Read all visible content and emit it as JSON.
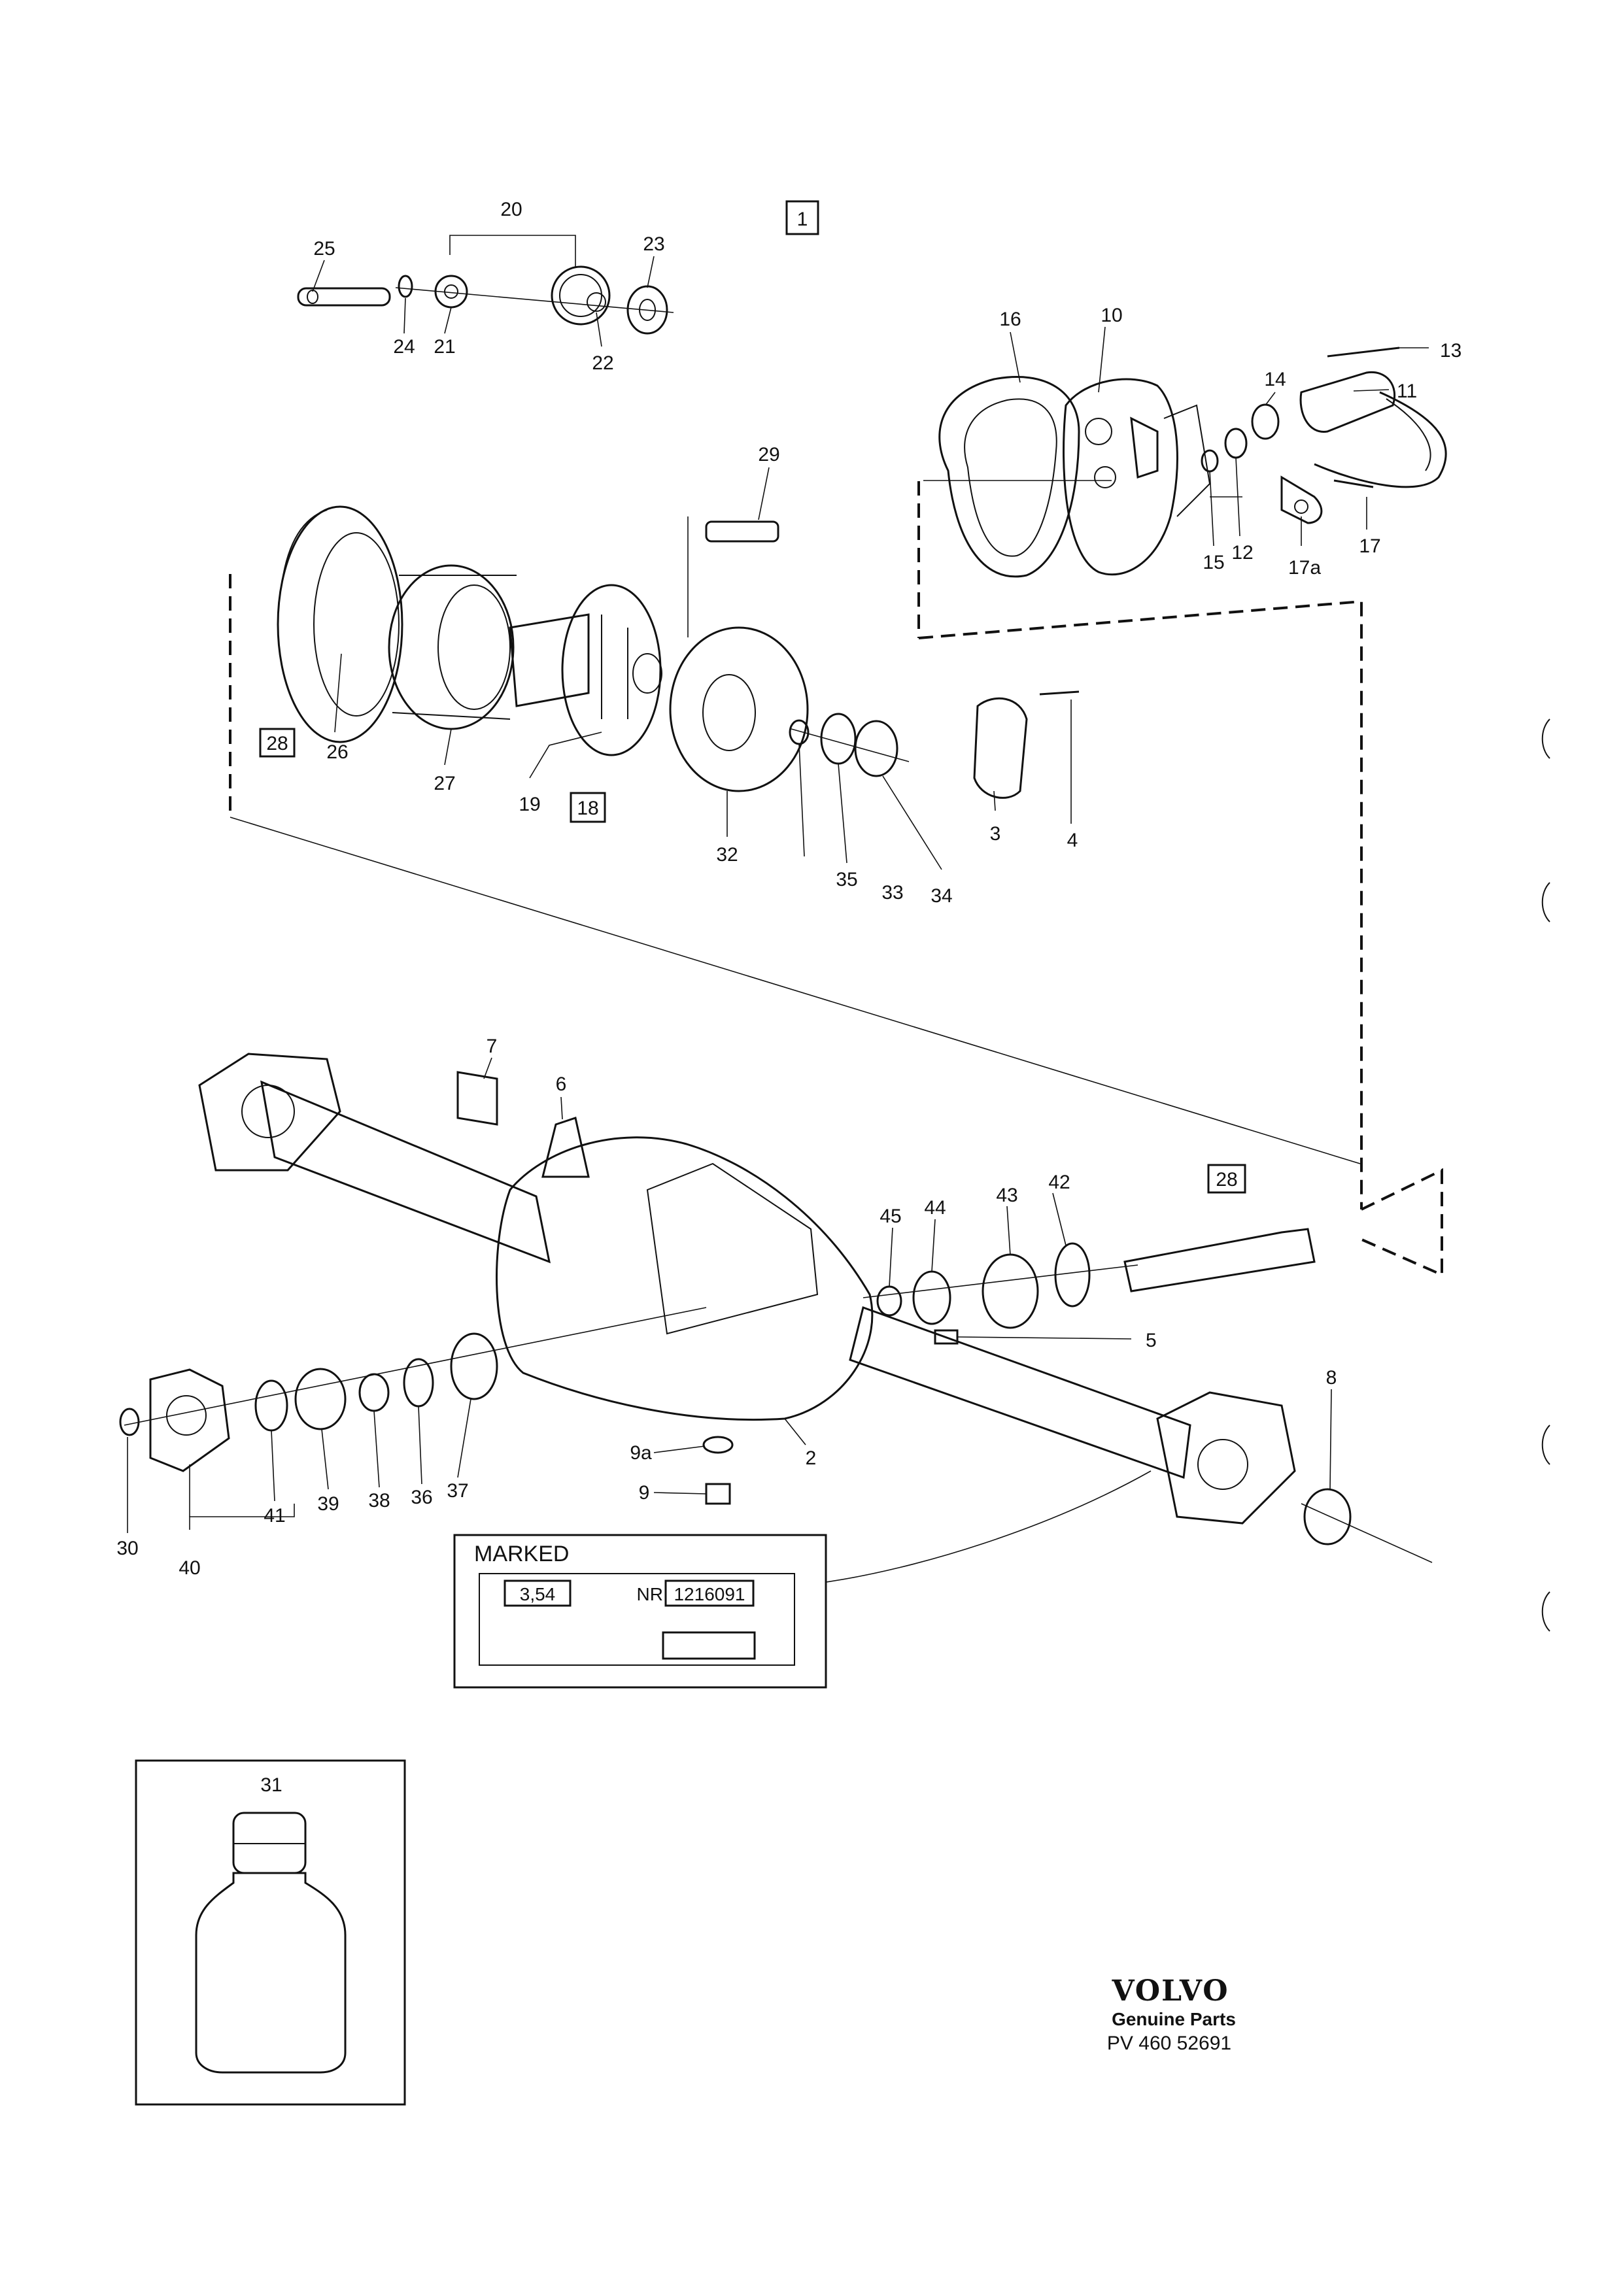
{
  "figure_ref": "1",
  "callouts": {
    "c2": "2",
    "c3": "3",
    "c4": "4",
    "c5": "5",
    "c6": "6",
    "c7": "7",
    "c8": "8",
    "c9": "9",
    "c9a": "9a",
    "c10": "10",
    "c11": "11",
    "c12": "12",
    "c13": "13",
    "c14": "14",
    "c15": "15",
    "c16": "16",
    "c17": "17",
    "c17a": "17a",
    "c18": "18",
    "c19": "19",
    "c20": "20",
    "c21": "21",
    "c22": "22",
    "c23": "23",
    "c24": "24",
    "c25": "25",
    "c26": "26",
    "c27": "27",
    "c28a": "28",
    "c28b": "28",
    "c29": "29",
    "c30": "30",
    "c31": "31",
    "c32": "32",
    "c33": "33",
    "c34": "34",
    "c35": "35",
    "c36": "36",
    "c37": "37",
    "c38": "38",
    "c39": "39",
    "c40": "40",
    "c41": "41",
    "c42": "42",
    "c43": "43",
    "c44": "44",
    "c45": "45"
  },
  "marked_box": {
    "title": "MARKED",
    "ratio": "3,54",
    "nr_label": "NR",
    "nr_value": "1216091"
  },
  "branding": {
    "brand": "VOLVO",
    "tagline": "Genuine Parts",
    "code": "PV 460 52691"
  },
  "colors": {
    "ink": "#111111",
    "paper": "#ffffff"
  }
}
